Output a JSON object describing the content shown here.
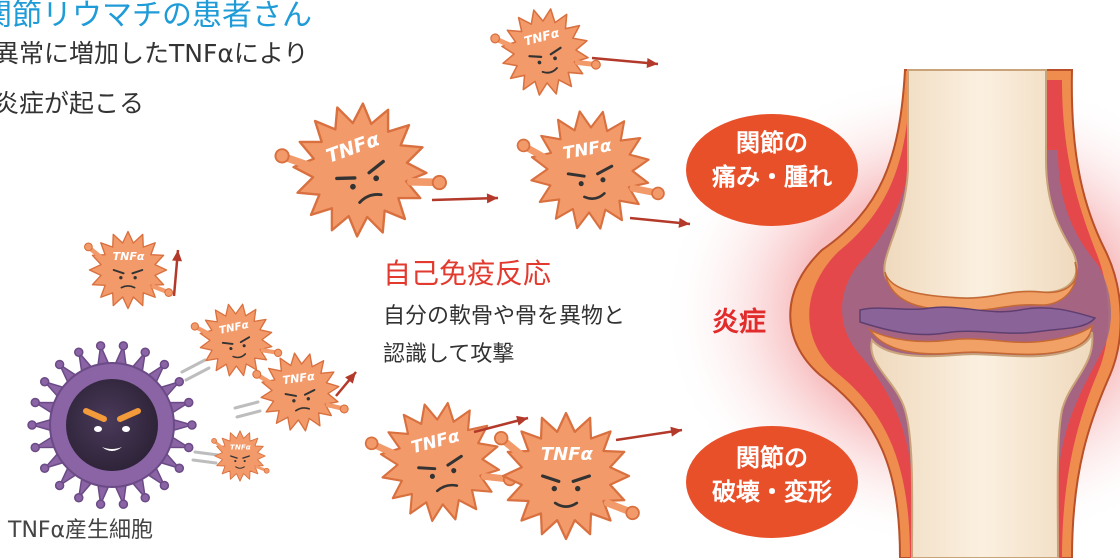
{
  "header": {
    "title": "関節リウマチの患者さん",
    "line1": "異常に増加したTNFαにより",
    "line2": "炎症が起こる"
  },
  "autoimmune": {
    "heading": "自己免疫反応",
    "line1": "自分の軟骨や骨を異物と",
    "line2": "認識して攻撃"
  },
  "inflammation_label": "炎症",
  "bubbles": [
    {
      "line1": "関節の",
      "line2": "痛み・腫れ"
    },
    {
      "line1": "関節の",
      "line2": "破壊・変形"
    }
  ],
  "cell_label": "TNFα産生細胞",
  "tnf_label": "TNFα",
  "colors": {
    "tnf_body": "#f39a6a",
    "tnf_outline": "#d9703f",
    "arrow": "#b3392a",
    "bubble": "#e8502a",
    "inflammation": "#e22b2b",
    "producer_cell": "#8a64a5",
    "bone": "#f7e6cf",
    "cartilage": "#f2a166",
    "title": "#1f9bd7"
  }
}
